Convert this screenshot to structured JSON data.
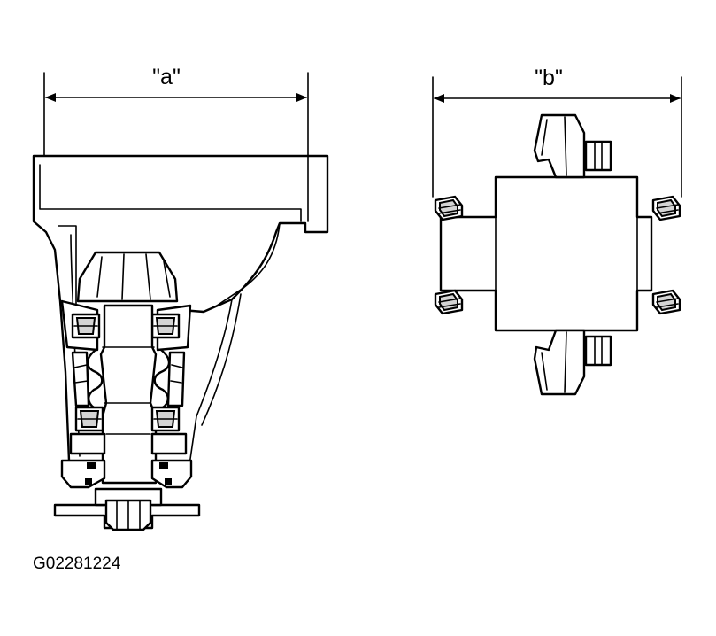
{
  "labels": {
    "dimension_a": "\"a\"",
    "dimension_b": "\"b\"",
    "figure_code": "G02281224"
  },
  "colors": {
    "ink": "#000000",
    "background": "#ffffff",
    "shade": "#d4d4d4"
  }
}
